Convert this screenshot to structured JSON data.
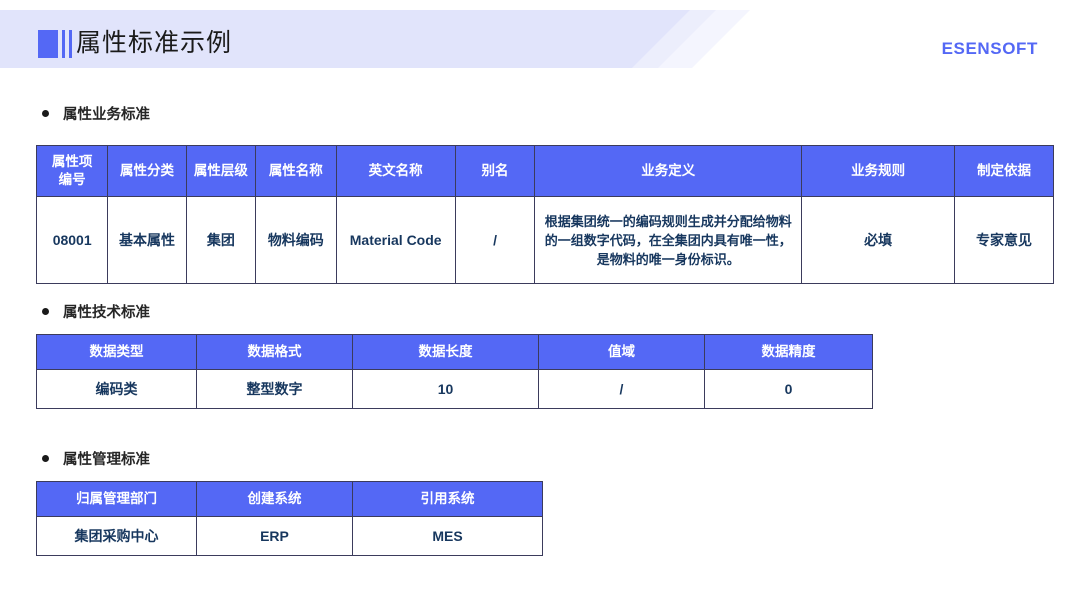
{
  "header": {
    "title": "属性标准示例",
    "brand": "ESENSOFT",
    "icon": "square-bars-icon",
    "accent_color": "#5468f5",
    "band_color": "#e1e4fb"
  },
  "sections": [
    {
      "id": "business",
      "label": "属性业务标准",
      "table": {
        "headers": [
          "属性项\n编号",
          "属性分类",
          "属性层级",
          "属性名称",
          "英文名称",
          "别名",
          "业务定义",
          "业务规则",
          "制定依据"
        ],
        "rows": [
          [
            "08001",
            "基本属性",
            "集团",
            "物料编码",
            "Material Code",
            "/",
            "根据集团统一的编码规则生成并分配给物料的一组数字代码，在全集团内具有唯一性，是物料的唯一身份标识。",
            "必填",
            "专家意见"
          ]
        ]
      }
    },
    {
      "id": "technical",
      "label": "属性技术标准",
      "table": {
        "headers": [
          "数据类型",
          "数据格式",
          "数据长度",
          "值域",
          "数据精度"
        ],
        "rows": [
          [
            "编码类",
            "整型数字",
            "10",
            "/",
            "0"
          ]
        ]
      }
    },
    {
      "id": "management",
      "label": "属性管理标准",
      "table": {
        "headers": [
          "归属管理部门",
          "创建系统",
          "引用系统"
        ],
        "rows": [
          [
            "集团采购中心",
            "ERP",
            "MES"
          ]
        ]
      }
    }
  ],
  "table_header_labels": {
    "attr_no_line1": "属性项",
    "attr_no_line2": "编号",
    "attr_category": "属性分类",
    "attr_level": "属性层级",
    "attr_name": "属性名称",
    "attr_en_name": "英文名称",
    "attr_alias": "别名",
    "biz_definition": "业务定义",
    "biz_rule": "业务规则",
    "basis": "制定依据",
    "data_type": "数据类型",
    "data_format": "数据格式",
    "data_length": "数据长度",
    "value_range": "值域",
    "data_precision": "数据精度",
    "owner_dept": "归属管理部门",
    "create_system": "创建系统",
    "ref_system": "引用系统"
  },
  "table_values": {
    "attr_no": "08001",
    "attr_category": "基本属性",
    "attr_level": "集团",
    "attr_name": "物料编码",
    "attr_en_name": "Material Code",
    "attr_alias": "/",
    "biz_definition": "根据集团统一的编码规则生成并分配给物料的一组数字代码，在全集团内具有唯一性，是物料的唯一身份标识。",
    "biz_rule": "必填",
    "basis": "专家意见",
    "data_type": "编码类",
    "data_format": "整型数字",
    "data_length": "10",
    "value_range": "/",
    "data_precision": "0",
    "owner_dept": "集团采购中心",
    "create_system": "ERP",
    "ref_system": "MES"
  }
}
